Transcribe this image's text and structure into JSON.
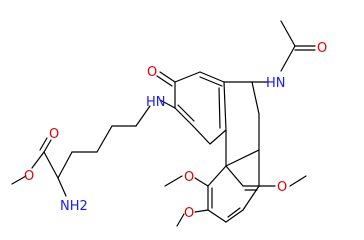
{
  "molecule": {
    "atoms": {
      "acetyl_o": "O",
      "amide_n": "HN",
      "ketone_o": "O",
      "amine_nh": "HN",
      "ester_o_carbonyl": "O",
      "ester_o_methoxy": "O",
      "amino_n": "NH2",
      "ome_top": "O",
      "ome_mid": "O",
      "ome_right": "O"
    }
  }
}
